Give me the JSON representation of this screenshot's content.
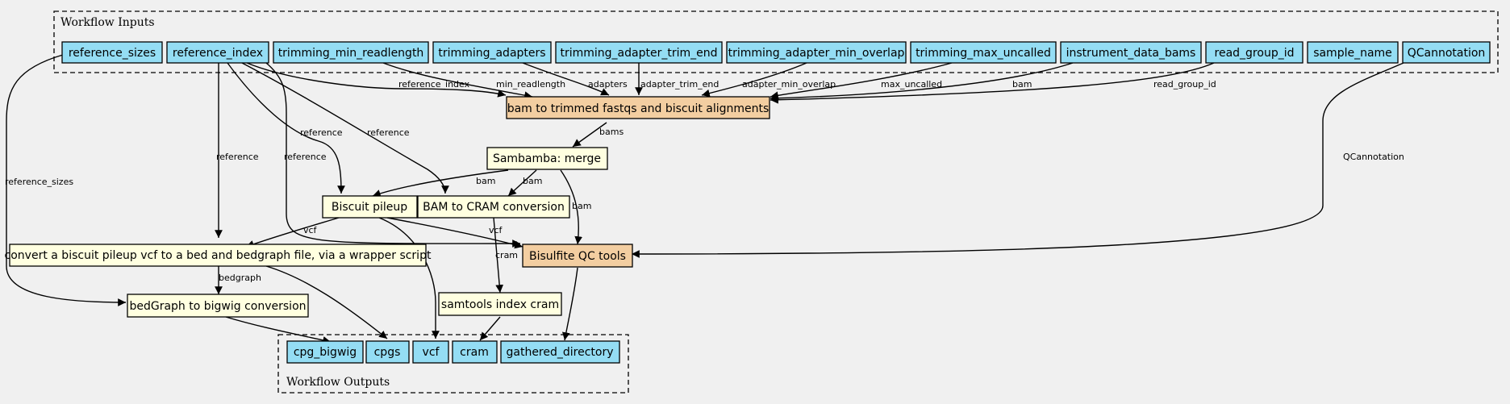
{
  "clusters": {
    "inputs": "Workflow Inputs",
    "outputs": "Workflow Outputs"
  },
  "colors": {
    "background": "#f0f0f0",
    "io_node": "#94ddf4",
    "step_node": "#ffffe0",
    "subworkflow_node": "#f3cea1"
  },
  "nodes": {
    "reference_sizes": "reference_sizes",
    "reference_index": "reference_index",
    "trimming_min_readlength": "trimming_min_readlength",
    "trimming_adapters": "trimming_adapters",
    "trimming_adapter_trim_end": "trimming_adapter_trim_end",
    "trimming_adapter_min_overlap": "trimming_adapter_min_overlap",
    "trimming_max_uncalled": "trimming_max_uncalled",
    "instrument_data_bams": "instrument_data_bams",
    "read_group_id": "read_group_id",
    "sample_name": "sample_name",
    "QCannotation": "QCannotation",
    "bam_to_trimmed": "bam to trimmed fastqs and biscuit alignments",
    "sambamba_merge": "Sambamba: merge",
    "biscuit_pileup": "Biscuit pileup",
    "bam_to_cram": "BAM to CRAM conversion",
    "bisulfite_qc": "Bisulfite QC tools",
    "vcf_to_bed": "convert a biscuit pileup vcf to a bed and bedgraph file, via a wrapper script",
    "bedgraph_to_bigwig": "bedGraph to bigwig conversion",
    "samtools_index": "samtools index cram",
    "out_cpg_bigwig": "cpg_bigwig",
    "out_cpgs": "cpgs",
    "out_vcf": "vcf",
    "out_cram": "cram",
    "out_gathered_directory": "gathered_directory"
  },
  "edge_labels": {
    "reference_sizes": "reference_sizes",
    "reference_index": "reference_index",
    "min_readlength": "min_readlength",
    "adapters": "adapters",
    "adapter_trim_end": "adapter_trim_end",
    "adapter_min_overlap": "adapter_min_overlap",
    "max_uncalled": "max_uncalled",
    "bam_in": "bam",
    "read_group_id": "read_group_id",
    "qcannotation": "QCannotation",
    "bams": "bams",
    "bam_pileup": "bam",
    "bam_cram": "bam",
    "bam_qc": "bam",
    "ref_vcf2bed": "reference",
    "ref_pileup": "reference",
    "ref_cram": "reference",
    "ref_qc": "reference",
    "vcf_to_bed": "vcf",
    "vcf_to_qc": "vcf",
    "cram_to_index": "cram",
    "bedgraph": "bedgraph"
  }
}
